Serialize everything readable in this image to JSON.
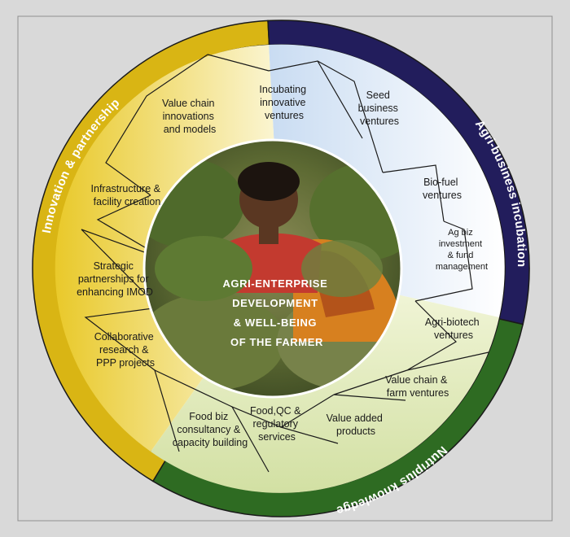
{
  "sectors": {
    "innovation": {
      "label": "Innovation & partnership",
      "color": "#d9b514"
    },
    "incubation": {
      "label": "Agri-business incubation",
      "color": "#221d5c"
    },
    "knowledge": {
      "label": "Nutriplus knowledge",
      "color": "#2e6b22"
    }
  },
  "center": {
    "lines": [
      "AGRI-ENTERPRISE",
      "DEVELOPMENT",
      "& WELL-BEING",
      "OF THE FARMER"
    ]
  },
  "segments": [
    {
      "id": "incubating",
      "lines": [
        "Incubating",
        "innovative",
        "ventures"
      ]
    },
    {
      "id": "seed",
      "lines": [
        "Seed",
        "business",
        "ventures"
      ]
    },
    {
      "id": "biofuel",
      "lines": [
        "Bio-fuel",
        "ventures"
      ]
    },
    {
      "id": "agbiz",
      "lines": [
        "Ag biz",
        "investment",
        "& fund",
        "management"
      ]
    },
    {
      "id": "biotech",
      "lines": [
        "Agri-biotech",
        "ventures"
      ]
    },
    {
      "id": "valuechain-farm",
      "lines": [
        "Value chain &",
        "farm ventures"
      ]
    },
    {
      "id": "value-added",
      "lines": [
        "Value added",
        "products"
      ]
    },
    {
      "id": "food-qc",
      "lines": [
        "Food,QC &",
        "regulatory",
        "services"
      ]
    },
    {
      "id": "food-biz",
      "lines": [
        "Food biz",
        "consultancy &",
        "capacity building"
      ]
    },
    {
      "id": "collaborative",
      "lines": [
        "Collaborative",
        "research &",
        "PPP projects"
      ]
    },
    {
      "id": "strategic",
      "lines": [
        "Strategic",
        "partnerships for",
        "enhancing IMOD"
      ]
    },
    {
      "id": "infrastructure",
      "lines": [
        "Infrastructure &",
        "facility creation"
      ]
    },
    {
      "id": "valuechain-innov",
      "lines": [
        "Value chain",
        "innovations",
        "and models"
      ]
    }
  ]
}
